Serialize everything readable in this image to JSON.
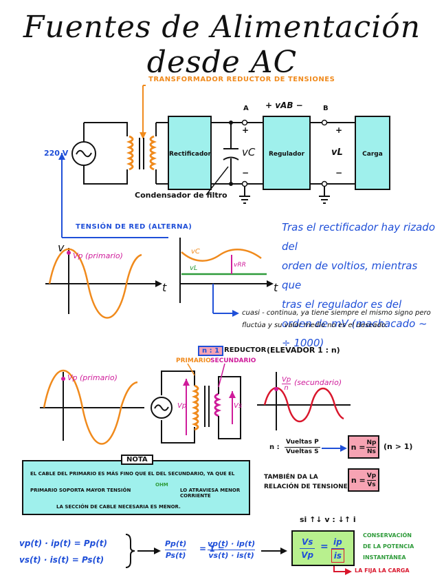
{
  "title": "Fuentes de Alimentación desde AC",
  "circuit": {
    "transformer_label": "TRANSFORMADOR REDUCTOR DE TENSIONES",
    "source_voltage": "220 V",
    "rectifier": "Rectificador",
    "regulator": "Regulador",
    "load": "Carga",
    "vc": "vC",
    "vl": "vL",
    "node_a": "A",
    "node_b": "B",
    "vab": "+ vAB −",
    "plus": "+",
    "minus": "−",
    "capacitor_label": "Condensador de filtro",
    "mains_label": "TENSIÓN DE RED (ALTERNA)"
  },
  "graph1": {
    "ylabel": "v",
    "xlabel": "t",
    "peak_label": "Vp (primario)"
  },
  "graph2": {
    "vc": "vC",
    "vl": "vL",
    "vr": "vRR",
    "xlabel": "t"
  },
  "note_ripple": [
    "Tras el rectificador hay rizado del",
    "orden de voltios, mientras que",
    "tras el regulador es del",
    "orden de mV (machacado ~ ÷ 1000)"
  ],
  "note_dc": [
    "cuasi - continua, ya tiene siempre el mismo signo pero",
    "fluctúa y su valor medio no es el deseado."
  ],
  "ratio": {
    "box": "n : 1",
    "label": "REDUCTOR",
    "elevator": "(ELEVADOR 1 : n)"
  },
  "transformer": {
    "primary": "PRIMARIO",
    "secondary": "SECUNDARIO",
    "vp": "Vp",
    "vs": "Vs",
    "left_peak": "Vp (primario)",
    "right_peak_num": "Vp",
    "right_peak_den": "n",
    "right_peak_tail": "(secundario)"
  },
  "turns": {
    "n_label": "n :",
    "num": "Vueltas P",
    "den": "Vueltas S",
    "box_left": "n =",
    "box_num": "Np",
    "box_den": "Ns",
    "cond": "(n > 1)",
    "also": [
      "TAMBIÉN DA LA",
      "RELACIÓN DE TENSIONES"
    ],
    "v_left": "n =",
    "v_num": "Vp",
    "v_den": "Vs"
  },
  "nota": {
    "title": "NOTA",
    "lines": [
      "EL CABLE DEL PRIMARIO ES MÁS FINO QUE EL DEL SECUNDARIO, YA QUE EL",
      "PRIMARIO SOPORTA MAYOR TENSIÓN",
      "OHM",
      "LO ATRAVIESA MENOR CORRIENTE",
      "LA SECCIÓN DE CABLE NECESARIA ES MENOR."
    ]
  },
  "power": {
    "eq1": "vp(t) · ip(t) = Pp(t)",
    "eq2": "vs(t) · is(t) = Ps(t)",
    "frac_num": "Pp(t)",
    "frac_den": "Ps(t)",
    "eq_one": "= 1 =",
    "rhs_num": "vp(t) · ip(t)",
    "rhs_den": "vs(t) · is(t)",
    "updown": "si ↑↓ v : ↓↑ i",
    "box_lnum": "Vs",
    "box_lden": "Vp",
    "box_eq": "=",
    "box_rnum": "ip",
    "box_rden": "is",
    "conservation": [
      "CONSERVACIÓN",
      "DE LA POTENCIA",
      "INSTANTÁNEA"
    ],
    "load_fix": "LA FIJA LA CARGA"
  },
  "colors": {
    "blue": "#1f4fd8",
    "orange": "#f08a1c",
    "magenta": "#cf1b9a",
    "green": "#2e9b3a",
    "red": "#d9162c",
    "cyan": "#9ff0ec",
    "pink": "#f6a3b3",
    "lime": "#b8f08e"
  }
}
